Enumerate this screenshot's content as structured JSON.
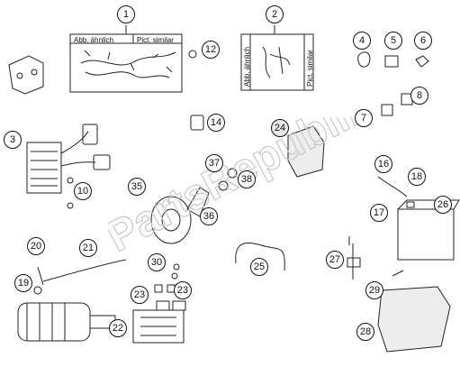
{
  "diagram": {
    "callouts": [
      "1",
      "2",
      "3",
      "4",
      "5",
      "6",
      "7",
      "8",
      "10",
      "12",
      "14",
      "16",
      "17",
      "18",
      "19",
      "20",
      "21",
      "22",
      "23",
      "23",
      "24",
      "25",
      "26",
      "27",
      "28",
      "29",
      "30",
      "35",
      "36",
      "37",
      "38"
    ],
    "box1": {
      "left_caption": "Abb. ähnlich",
      "right_caption": "Pict. similar"
    },
    "box2": {
      "left_caption": "Abb. ähnlich",
      "right_caption": "Pict. similar"
    },
    "watermark_text": "PartsRepublik",
    "accent_color": "#c8c8c8"
  }
}
